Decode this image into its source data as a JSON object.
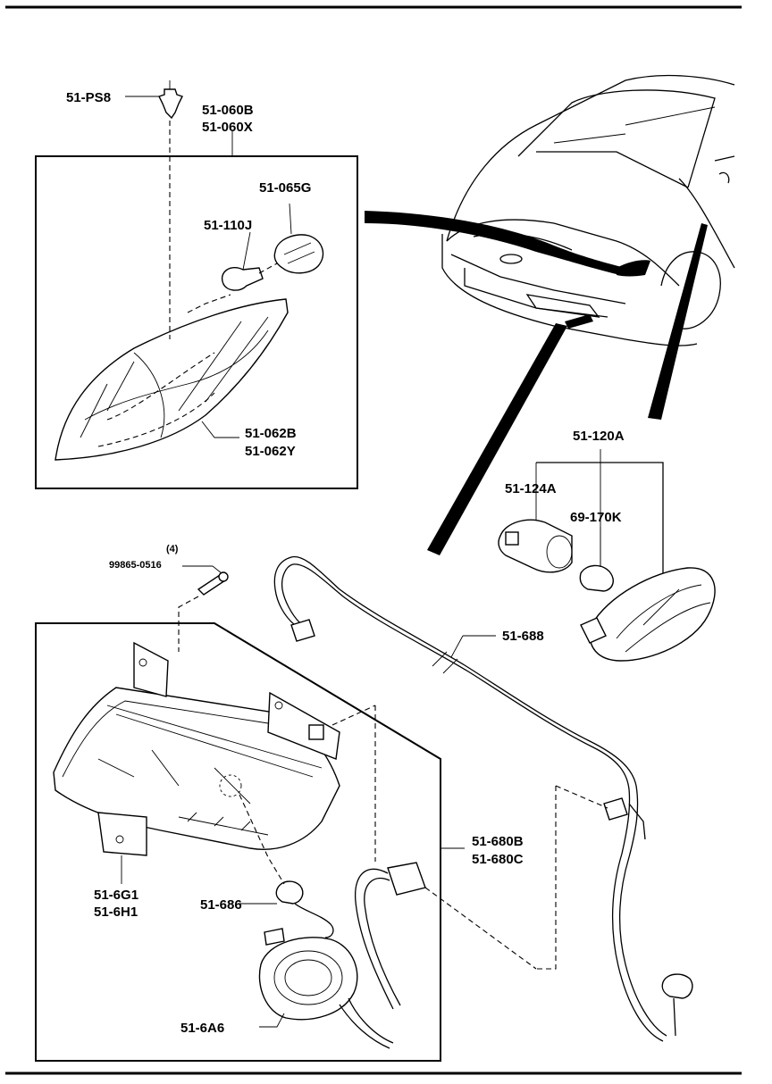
{
  "labels": {
    "ps8": "51-PS8",
    "l060b": "51-060B",
    "l060x": "51-060X",
    "l065g": "51-065G",
    "l110j": "51-110J",
    "l062b": "51-062B",
    "l062y": "51-062Y",
    "l120a": "51-120A",
    "l124a": "51-124A",
    "l69170k": "69-170K",
    "qty4": "(4)",
    "screw": "99865-0516",
    "l688": "51-688",
    "l680b": "51-680B",
    "l680c": "51-680C",
    "l6g1": "51-6G1",
    "l6h1": "51-6H1",
    "l686": "51-686",
    "l6a6": "51-6A6"
  }
}
